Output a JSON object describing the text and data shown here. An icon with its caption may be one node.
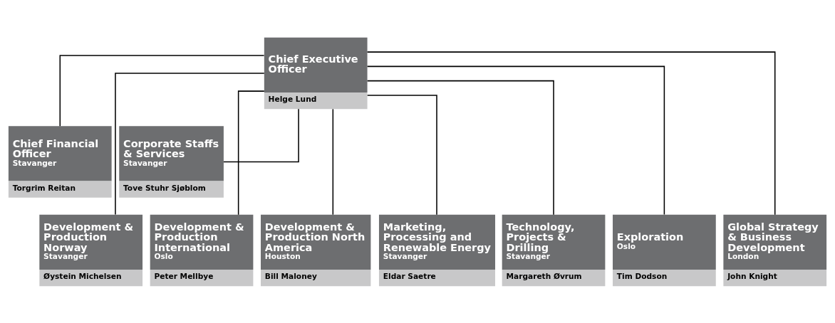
{
  "diagram": {
    "nodes": [
      {
        "text": [
          "Chief Executive Officer",
          "Helge Lund"
        ]
      },
      {
        "text": [
          "Chief Financial Officer",
          "Stavanger",
          "Torgrim Reitan"
        ]
      },
      {
        "text": [
          "Corporate Staffs & Services",
          "Stavanger",
          "Tove Stuhr Sjøblom"
        ]
      },
      {
        "text": [
          "Development & Production Norway",
          "Stavanger",
          "Øystein Michelsen"
        ]
      },
      {
        "text": [
          "Development & Production International",
          "Oslo",
          "Peter Mellbye"
        ]
      },
      {
        "text": [
          "Development & Production North America",
          "Houston",
          "Bill Maloney"
        ]
      },
      {
        "text": [
          "Marketing, Processing and Renewable Energy",
          "Stavanger",
          "Eldar Saetre"
        ]
      },
      {
        "text": [
          "Technology, Projects & Drilling",
          "Stavanger",
          "Margareth Øvrum"
        ]
      },
      {
        "text": [
          "Exploration",
          "Oslo",
          "Tim Dodson"
        ]
      },
      {
        "text": [
          "Global Strategy & Business Development",
          "London",
          "John Knight"
        ]
      }
    ],
    "edges": [
      {
        "from": 0,
        "to": 1,
        "arrow": "none"
      },
      {
        "from": 0,
        "to": 2,
        "arrow": "none"
      },
      {
        "from": 0,
        "to": 3,
        "arrow": "none"
      },
      {
        "from": 0,
        "to": 4,
        "arrow": "none"
      },
      {
        "from": 0,
        "to": 5,
        "arrow": "none"
      },
      {
        "from": 0,
        "to": 6,
        "arrow": "none"
      },
      {
        "from": 0,
        "to": 7,
        "arrow": "none"
      },
      {
        "from": 0,
        "to": 8,
        "arrow": "none"
      },
      {
        "from": 0,
        "to": 9,
        "arrow": "none"
      }
    ]
  }
}
